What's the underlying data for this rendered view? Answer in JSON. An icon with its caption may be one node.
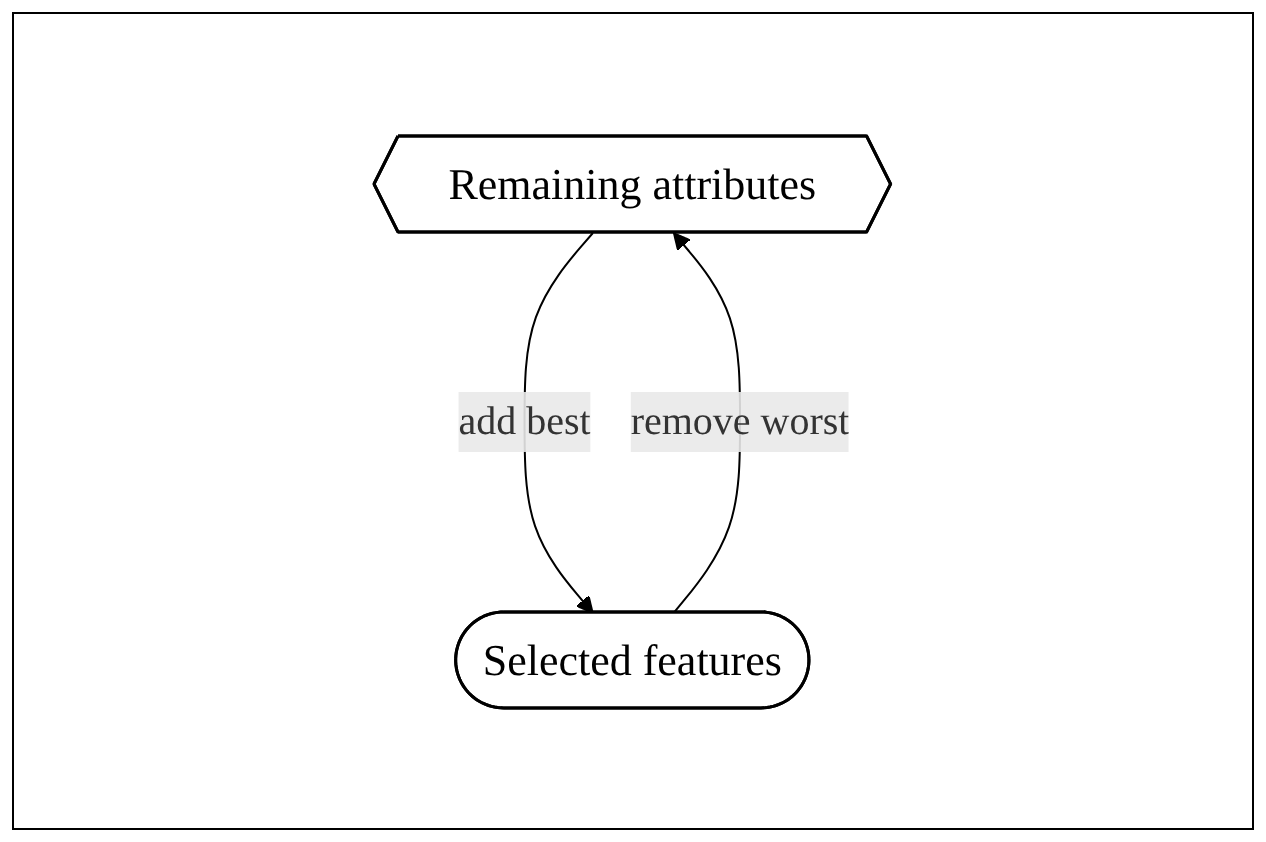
{
  "diagram": {
    "nodes": [
      {
        "text": [
          "Remaining attributes"
        ]
      },
      {
        "text": [
          "Selected features"
        ]
      }
    ],
    "edges": [
      {
        "from": 0,
        "to": 1,
        "arrow": "to",
        "label": "add best"
      },
      {
        "from": 1,
        "to": 0,
        "arrow": "to",
        "label": "remove worst"
      }
    ]
  }
}
